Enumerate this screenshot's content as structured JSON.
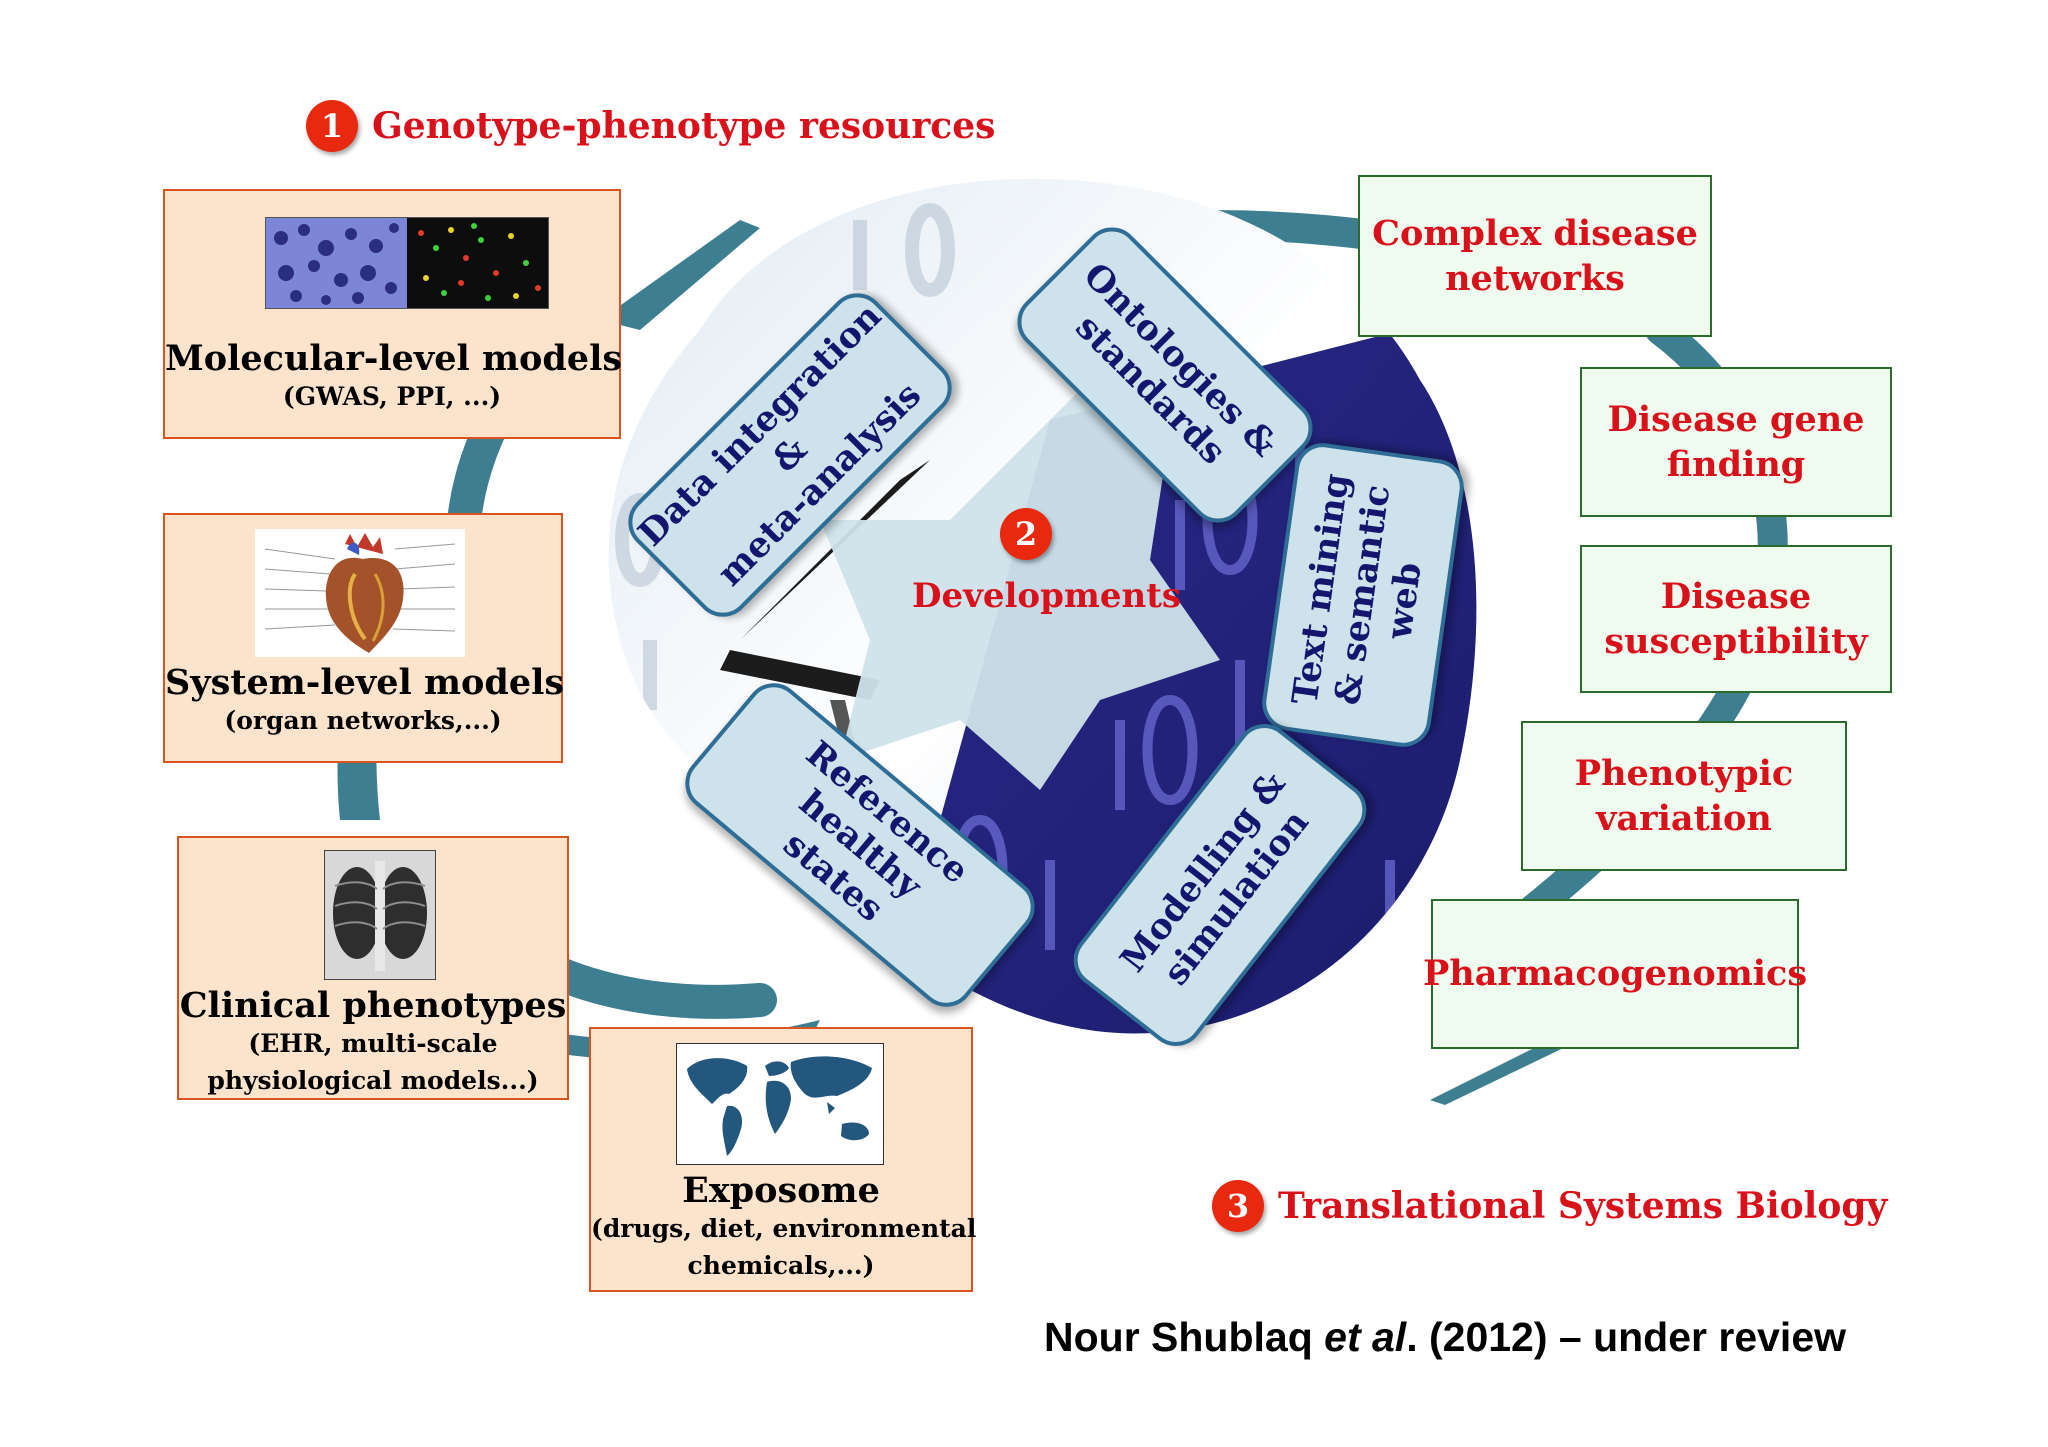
{
  "resources": {
    "number": "1",
    "title": "Genotype-phenotype resources",
    "items": [
      {
        "title": "Molecular-level models",
        "sub": "(GWAS, PPI, ...)"
      },
      {
        "title": "System-level models",
        "sub": "(organ networks,...)"
      },
      {
        "title": "Clinical phenotypes",
        "sub_line1": "(EHR, multi-scale",
        "sub_line2": "physiological models...)"
      },
      {
        "title": "Exposome",
        "sub_line1": "(drugs, diet, environmental",
        "sub_line2": "chemicals,...)"
      }
    ]
  },
  "developments": {
    "number": "2",
    "title": "Developments",
    "items": [
      {
        "line1": "Data integration &",
        "line2": "meta-analysis"
      },
      {
        "line1": "Ontologies &",
        "line2": "standards"
      },
      {
        "line1": "Text mining",
        "line2": "& semantic",
        "line3": "web"
      },
      {
        "line1": "Modelling &",
        "line2": "simulation"
      },
      {
        "line1": "Reference healthy",
        "line2": "states"
      }
    ]
  },
  "translational": {
    "number": "3",
    "title": "Translational Systems Biology",
    "items": [
      {
        "line1": "Complex disease",
        "line2": "networks"
      },
      {
        "line1": "Disease gene",
        "line2": "finding"
      },
      {
        "line1": "Disease",
        "line2": "susceptibility"
      },
      {
        "line1": "Phenotypic",
        "line2": "variation"
      },
      {
        "line1": "Pharmacogenomics"
      }
    ]
  },
  "citation": {
    "authors": "Nour Shublaq ",
    "etal": "et al",
    "rest": ". (2012) – under review"
  },
  "colors": {
    "accent_red": "#d9111a",
    "ring_teal": "#3d7f90",
    "resource_fill": "#fce4cc",
    "resource_border": "#d9541f",
    "translational_fill": "#eefbee",
    "translational_border": "#2b6b2b",
    "pill_fill": "#cde2ea",
    "pill_text": "#14166e"
  }
}
